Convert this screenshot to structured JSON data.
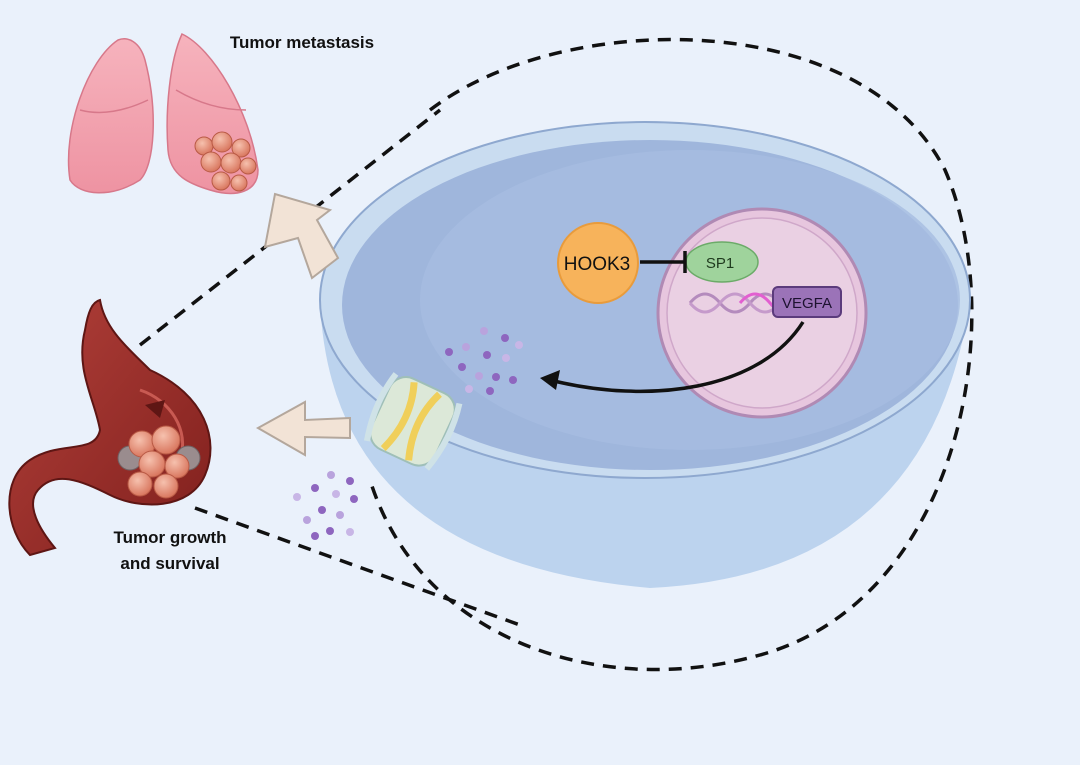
{
  "labels": {
    "metastasis": "Tumor metastasis",
    "growth_line1": "Tumor growth",
    "growth_line2": "and survival",
    "hook3": "HOOK3",
    "sp1": "SP1",
    "vegfa": "VEGFA"
  },
  "colors": {
    "background": "#eaf1fb",
    "cell_fill": "#9fb6dc",
    "cell_rim": "#c9dcf0",
    "hook3": "#f7b35b",
    "sp1": "#9fd39c",
    "nucleus": "#e7c6de",
    "nucleus_border": "#b08ab4",
    "vegfa": "#9b73b8",
    "lung": "#f2a3b0",
    "stomach": "#9b2e2a",
    "tumor": "#e99c86",
    "arrow": "#f2e3d6",
    "dots": "#8e66bf"
  }
}
